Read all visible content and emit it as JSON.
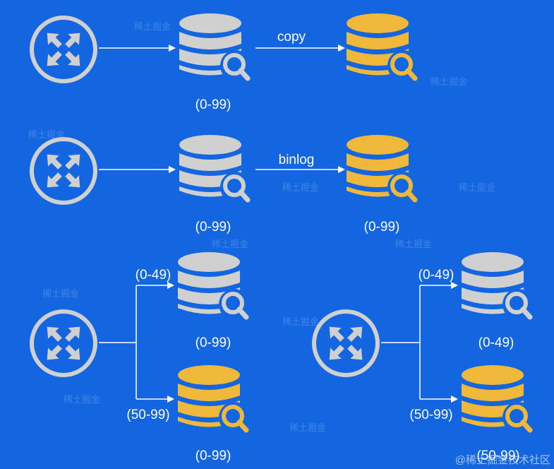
{
  "colors": {
    "background": "#1366e0",
    "router": "#d0d0d0",
    "db_primary": "#d0d0d0",
    "db_secondary": "#f0b83a",
    "line": "#ffffff"
  },
  "rows": [
    {
      "edge_label": "copy",
      "left_db_label": "(0-99)",
      "right_db_label": ""
    },
    {
      "edge_label": "binlog",
      "left_db_label": "(0-99)",
      "right_db_label": "(0-99)"
    }
  ],
  "split_left": {
    "top_branch_label": "(0-49)",
    "bottom_branch_label": "(50-99)",
    "top_db_label": "(0-99)",
    "bottom_db_label": "(0-99)"
  },
  "split_right": {
    "top_branch_label": "(0-49)",
    "bottom_branch_label": "(50-99)",
    "top_db_label": "(0-49)",
    "bottom_db_label": "(50-99)"
  },
  "watermark": "@稀土掘金技术社区"
}
